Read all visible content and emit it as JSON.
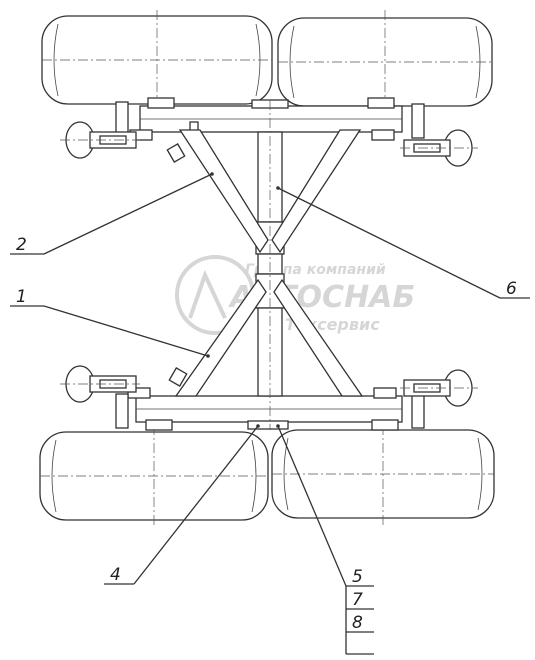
{
  "diagram": {
    "callouts": [
      {
        "id": "1",
        "label": "1"
      },
      {
        "id": "2",
        "label": "2"
      },
      {
        "id": "4",
        "label": "4"
      },
      {
        "id": "5",
        "label": "5"
      },
      {
        "id": "6",
        "label": "6"
      },
      {
        "id": "7",
        "label": "7"
      },
      {
        "id": "8",
        "label": "8"
      }
    ]
  },
  "watermark": {
    "line1": "Группа компаний",
    "line2": "АВТОСНАБ",
    "line3": "Техсервис",
    "color": "#d9d9d9"
  }
}
